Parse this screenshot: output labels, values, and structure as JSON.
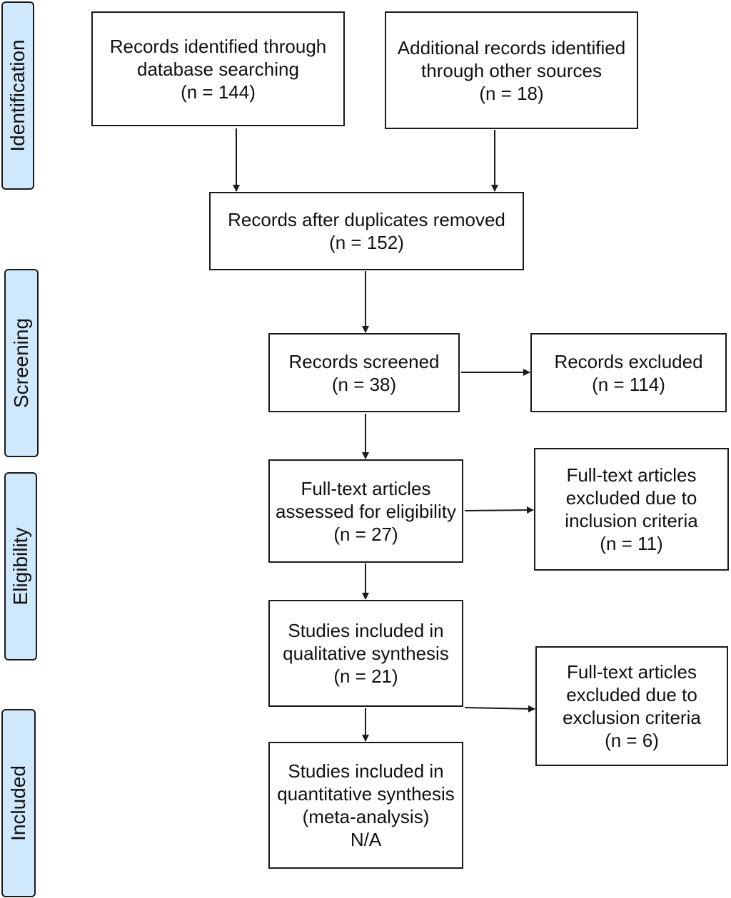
{
  "stages": [
    {
      "id": "identification",
      "label": "Identification"
    },
    {
      "id": "screening",
      "label": "Screening"
    },
    {
      "id": "eligibility",
      "label": "Eligibility"
    },
    {
      "id": "included",
      "label": "Included"
    }
  ],
  "boxes": {
    "database_records": {
      "lines": [
        "Records identified through",
        "database searching",
        "(n = 144)"
      ]
    },
    "other_sources": {
      "lines": [
        "Additional records identified",
        "through other sources",
        "(n = 18)"
      ]
    },
    "after_duplicates": {
      "lines": [
        "Records after duplicates removed",
        "(n = 152)"
      ]
    },
    "screened": {
      "lines": [
        "Records screened",
        "(n = 38)"
      ]
    },
    "excluded": {
      "lines": [
        "Records excluded",
        "(n = 114)"
      ]
    },
    "fulltext_assessed": {
      "lines": [
        "Full-text articles",
        "assessed for eligibility",
        "(n = 27)"
      ]
    },
    "fulltext_excluded_inclusion": {
      "lines": [
        "Full-text articles",
        "excluded due to",
        "inclusion criteria",
        "(n = 11)"
      ]
    },
    "qualitative": {
      "lines": [
        "Studies included in",
        "qualitative synthesis",
        "(n = 21)"
      ]
    },
    "fulltext_excluded_exclusion": {
      "lines": [
        "Full-text articles",
        "excluded due to",
        "exclusion criteria",
        "(n = 6)"
      ]
    },
    "quantitative": {
      "lines": [
        "Studies included in",
        "quantitative synthesis",
        "(meta-analysis)",
        "N/A"
      ]
    }
  }
}
